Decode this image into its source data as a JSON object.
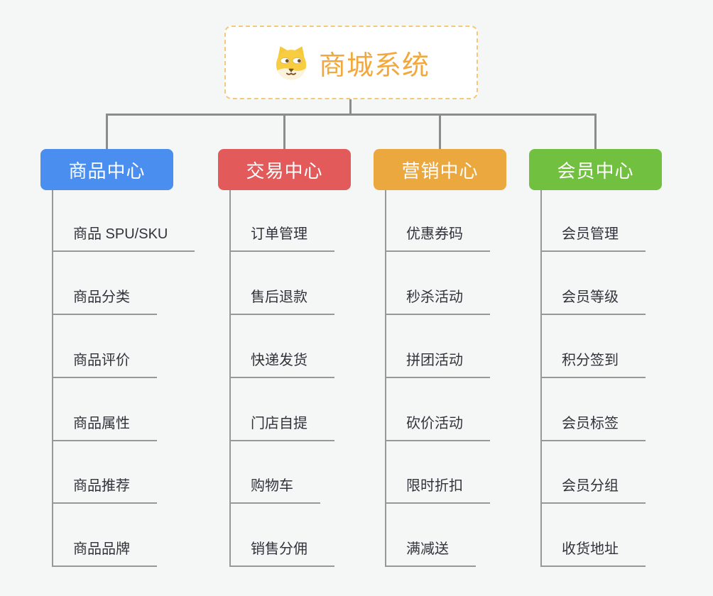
{
  "page": {
    "background_color": "#f5f6f6",
    "connector_color": "#8c8c8c"
  },
  "root": {
    "title": "商城系统",
    "icon": "dog-face-icon",
    "text_color": "#f2a83c",
    "border_color": "#f3ca7b"
  },
  "branches": [
    {
      "label": "商品中心",
      "color": "#4a8eef",
      "items": [
        "商品 SPU/SKU",
        "商品分类",
        "商品评价",
        "商品属性",
        "商品推荐",
        "商品品牌"
      ]
    },
    {
      "label": "交易中心",
      "color": "#e25a5a",
      "items": [
        "订单管理",
        "售后退款",
        "快递发货",
        "门店自提",
        "购物车",
        "销售分佣"
      ]
    },
    {
      "label": "营销中心",
      "color": "#eba83f",
      "items": [
        "优惠券码",
        "秒杀活动",
        "拼团活动",
        "砍价活动",
        "限时折扣",
        "满减送"
      ]
    },
    {
      "label": "会员中心",
      "color": "#71c040",
      "items": [
        "会员管理",
        "会员等级",
        "积分签到",
        "会员标签",
        "会员分组",
        "收货地址"
      ]
    }
  ]
}
